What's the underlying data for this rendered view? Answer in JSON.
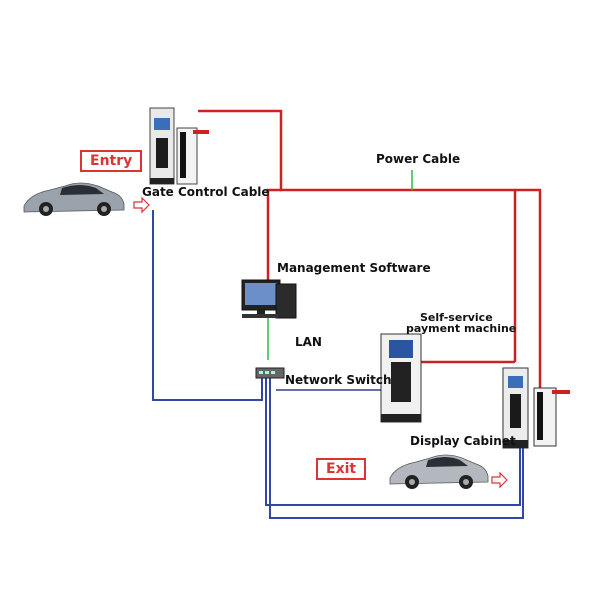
{
  "labels": {
    "entry": "Entry",
    "exit": "Exit",
    "gate_control_cable": "Gate Control Cable",
    "power_cable": "Power Cable",
    "management_software": "Management Software",
    "lan": "LAN",
    "network_switch": "Network Switch",
    "self_service_line1": "Self-service",
    "self_service_line2": "payment machine",
    "display_cabinet": "Display Cabinet"
  },
  "colors": {
    "power_line": "#cc2222",
    "network_line": "#3344aa",
    "lan_line": "#33bb44",
    "accent_box": "#dd3333"
  },
  "icons": [
    "car-icon",
    "gate-terminal-icon",
    "barrier-gate-icon",
    "computer-icon",
    "network-switch-icon",
    "payment-kiosk-icon"
  ]
}
